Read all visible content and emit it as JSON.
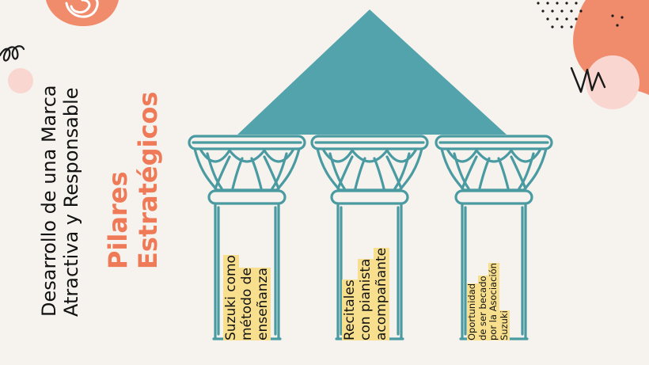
{
  "title": {
    "line1": "Desarrollo de una Marca",
    "line2": "Atractiva y Responsable"
  },
  "subtitle": {
    "line1": "Pilares",
    "line2": "Estratégicos"
  },
  "pillars": [
    {
      "lines": [
        "Suzuki como",
        "método de",
        "enseñanza"
      ]
    },
    {
      "lines": [
        "Recitales",
        "con pianista",
        "acompañante"
      ]
    },
    {
      "lines": [
        "Oportunidad",
        "de ser becado",
        "por la Asociación",
        "Suzuki"
      ]
    }
  ],
  "colors": {
    "background": "#f6f3ee",
    "roof": "#52a3ab",
    "column_stroke": "#4a9aa2",
    "accent": "#ef7a57",
    "highlight": "#f7df8e",
    "blob_salmon": "#f08c6c",
    "blob_pink": "#f9d6d0"
  }
}
